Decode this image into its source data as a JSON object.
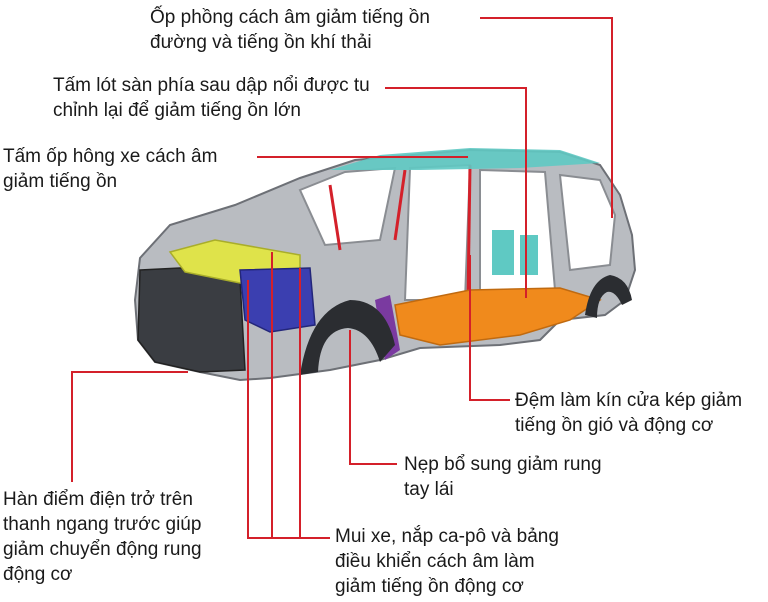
{
  "labels": {
    "roof_insulation": [
      "Ốp phồng cách âm giảm tiếng ồn",
      "đường và tiếng ồn khí thải"
    ],
    "rear_floor": [
      "Tấm lót sàn phía sau dập nổi được tu",
      "chỉnh lại để giảm tiếng ồn lớn"
    ],
    "side_panel": [
      "Tấm ốp hông xe cách âm",
      "giảm tiếng ồn"
    ],
    "door_seal": [
      "Đệm làm kín cửa kép giảm",
      "tiếng ồn gió và động cơ"
    ],
    "steering_brace": [
      "Nẹp bổ sung giảm rung",
      "tay lái"
    ],
    "spot_weld": [
      "Hàn điểm điện trở trên",
      "thanh ngang trước giúp",
      "giảm chuyển động rung",
      "động cơ"
    ],
    "hood_dash": [
      "Mui xe, nắp ca-pô và bảng",
      "điều khiển cách âm làm",
      "giảm tiếng ồn động cơ"
    ]
  },
  "colors": {
    "leader": "#d4202a",
    "text": "#1a1a1a",
    "body_shell": "#b9bcc1",
    "floor": "#f08a1c",
    "hood_pad": "#dfe34a",
    "engine_pad": "#3b3fb0",
    "roof_pad": "#5fc9c3",
    "pillar_pad": "#7a3aa0"
  }
}
